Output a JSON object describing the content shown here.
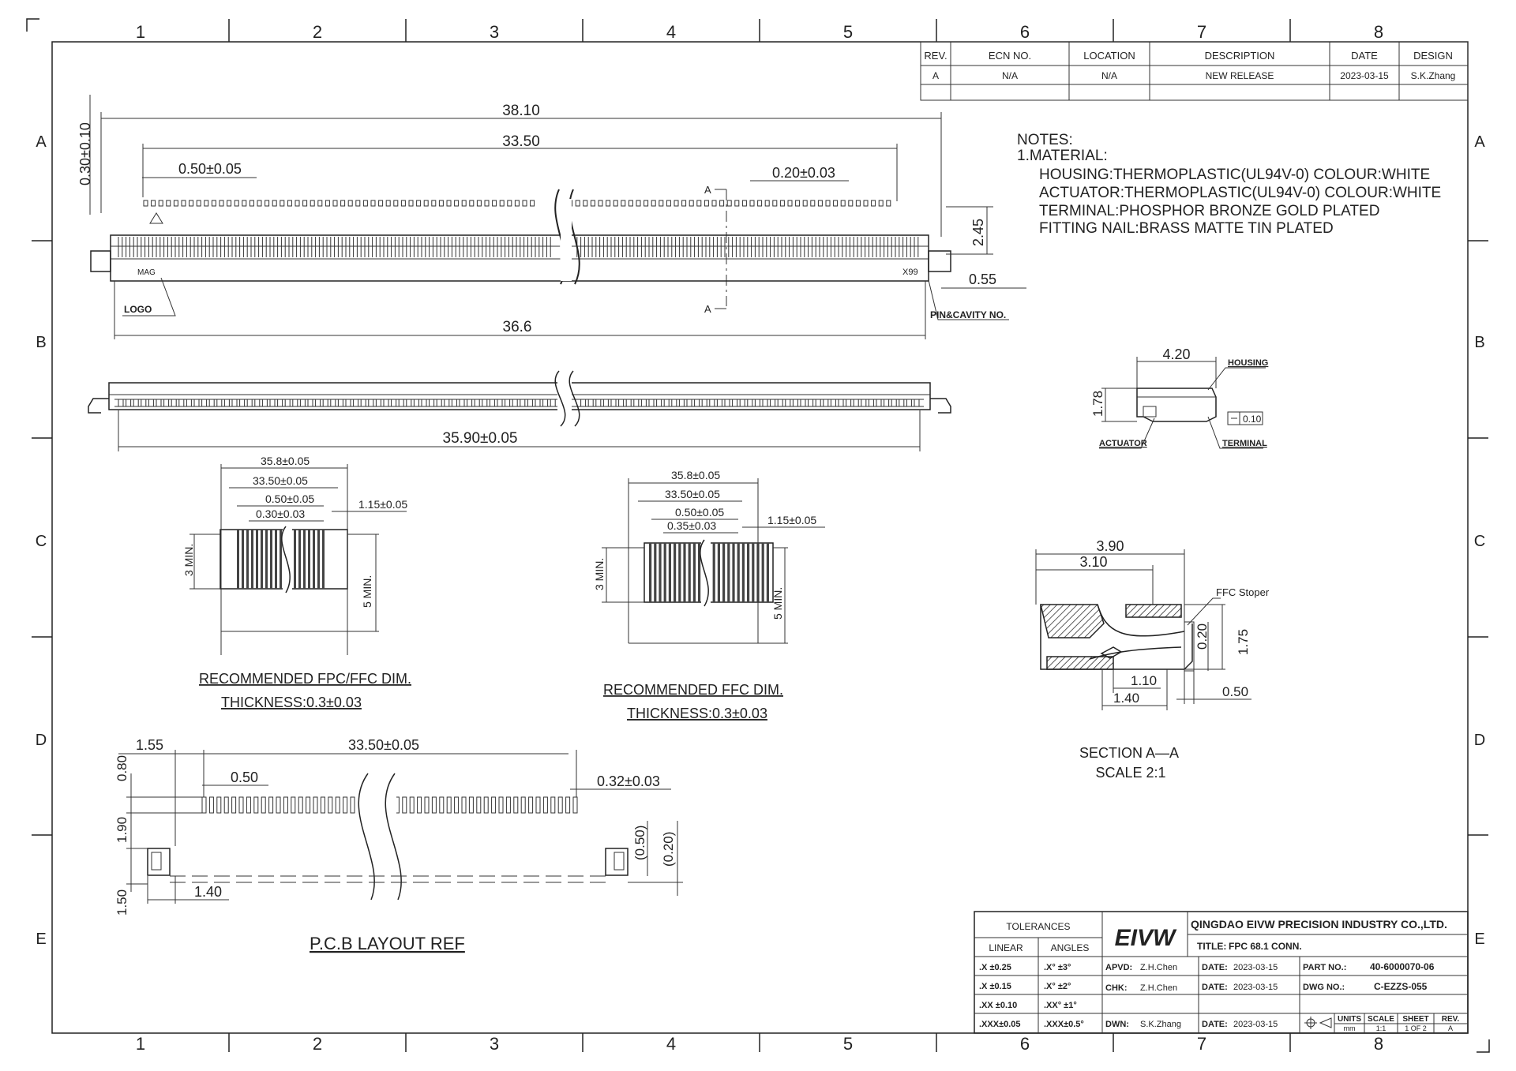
{
  "border": {
    "columns": [
      "1",
      "2",
      "3",
      "4",
      "5",
      "6",
      "7",
      "8"
    ],
    "rows": [
      "A",
      "B",
      "C",
      "D",
      "E"
    ]
  },
  "revision": {
    "headers": [
      "REV.",
      "ECN NO.",
      "LOCATION",
      "DESCRIPTION",
      "DATE",
      "DESIGN"
    ],
    "row": [
      "A",
      "N/A",
      "N/A",
      "NEW RELEASE",
      "2023-03-15",
      "S.K.Zhang"
    ]
  },
  "notes": {
    "heading": "NOTES:",
    "item": "1.MATERIAL:",
    "lines": [
      "HOUSING:THERMOPLASTIC(UL94V-0)  COLOUR:WHITE",
      "ACTUATOR:THERMOPLASTIC(UL94V-0)  COLOUR:WHITE",
      "TERMINAL:PHOSPHOR  BRONZE  GOLD  PLATED",
      "FITTING  NAIL:BRASS  MATTE  TIN  PLATED"
    ]
  },
  "top_view": {
    "dim_overall": "38.10",
    "dim_pitch_span": "33.50",
    "dim_pitch": "0.50±0.05",
    "dim_pin_width": "0.20±0.03",
    "dim_side_height": "0.30±0.10",
    "dim_height": "2.45",
    "dim_nail": "0.55",
    "dim_body": "36.6",
    "section_mark": "A",
    "label_logo": "LOGO",
    "label_pin_cavity": "PIN&CAVITY NO.",
    "label_pin_first": "MAG",
    "label_pin_last": "X99"
  },
  "front_view": {
    "dim_width": "35.90±0.05"
  },
  "fpc_ffc": {
    "dim_outer": "35.8±0.05",
    "dim_span": "33.50±0.05",
    "dim_pitch": "0.50±0.05",
    "dim_conductor": "0.30±0.03",
    "dim_edge": "1.15±0.05",
    "dim_min3": "3 MIN.",
    "dim_min5": "5 MIN.",
    "title": "RECOMMENDED  FPC/FFC  DIM.",
    "thickness": "THICKNESS:0.3±0.03"
  },
  "ffc": {
    "dim_outer": "35.8±0.05",
    "dim_span": "33.50±0.05",
    "dim_pitch": "0.50±0.05",
    "dim_conductor": "0.35±0.03",
    "dim_edge": "1.15±0.05",
    "dim_min3": "3 MIN.",
    "dim_min5": "5 MIN.",
    "title": "RECOMMENDED  FFC  DIM.",
    "thickness": "THICKNESS:0.3±0.03"
  },
  "pcb": {
    "dim_offset": "1.55",
    "dim_span": "33.50±0.05",
    "dim_pitch": "0.50",
    "dim_pad": "0.32±0.03",
    "dim_top": "0.80",
    "dim_mid": "1.90",
    "dim_bottom": "1.50",
    "dim_nail": "1.40",
    "dim_ref1": "(0.50)",
    "dim_ref2": "(0.20)",
    "title": "P.C.B  LAYOUT  REF"
  },
  "side_view": {
    "dim_width": "4.20",
    "dim_height": "1.78",
    "tolerance": "0.10",
    "label_housing": "HOUSING",
    "label_actuator": "ACTUATOR",
    "label_terminal": "TERMINAL"
  },
  "section": {
    "dim_390": "3.90",
    "dim_310": "3.10",
    "dim_020": "0.20",
    "dim_175": "1.75",
    "dim_110": "1.10",
    "dim_140": "1.40",
    "dim_050": "0.50",
    "label_stoper": "FFC Stoper",
    "title": "SECTION  A—A",
    "scale": "SCALE  2:1"
  },
  "title_block": {
    "tolerances": "TOLERANCES",
    "linear": "LINEAR",
    "angles": "ANGLES",
    "tol_rows": [
      [
        ".X   ±0.25",
        ".X°  ±3°"
      ],
      [
        ".X   ±0.15",
        ".X°  ±2°"
      ],
      [
        ".XX  ±0.10",
        ".XX°  ±1°"
      ],
      [
        ".XXX±0.05",
        ".XXX±0.5°"
      ]
    ],
    "logo": "EIVW",
    "company": "QINGDAO EIVW PRECISION INDUSTRY CO.,LTD.",
    "title_label": "TITLE:",
    "title_value": "FPC 68.1  CONN.",
    "apvd_label": "APVD:",
    "apvd": "Z.H.Chen",
    "chk_label": "CHK:",
    "chk": "Z.H.Chen",
    "dwn_label": "DWN:",
    "dwn": "S.K.Zhang",
    "date_label": "DATE:",
    "date": "2023-03-15",
    "part_label": "PART NO.:",
    "part_no": "40-6000070-06",
    "dwg_label": "DWG NO.:",
    "dwg_no": "C-EZZS-055",
    "units_label": "UNITS",
    "units": "mm",
    "scale_label": "SCALE",
    "scale": "1:1",
    "sheet_label": "SHEET",
    "sheet": "1 OF 2",
    "rev_label": "REV.",
    "rev": "A"
  }
}
